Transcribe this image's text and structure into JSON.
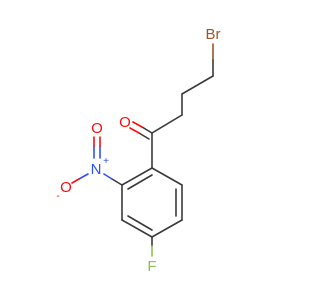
{
  "colors": {
    "bond": "#3a3a3a",
    "bromine": "#a0522d",
    "oxygen": "#ff0d0d",
    "nitrogen": "#3050f8",
    "fluorine": "#90c050"
  },
  "atoms": {
    "br": "Br",
    "o_carbonyl": "O",
    "n": "N",
    "n_charge": "+",
    "o_nitro_top": "O",
    "o_nitro_left": "O",
    "o_nitro_left_charge": "-",
    "f": "F"
  }
}
